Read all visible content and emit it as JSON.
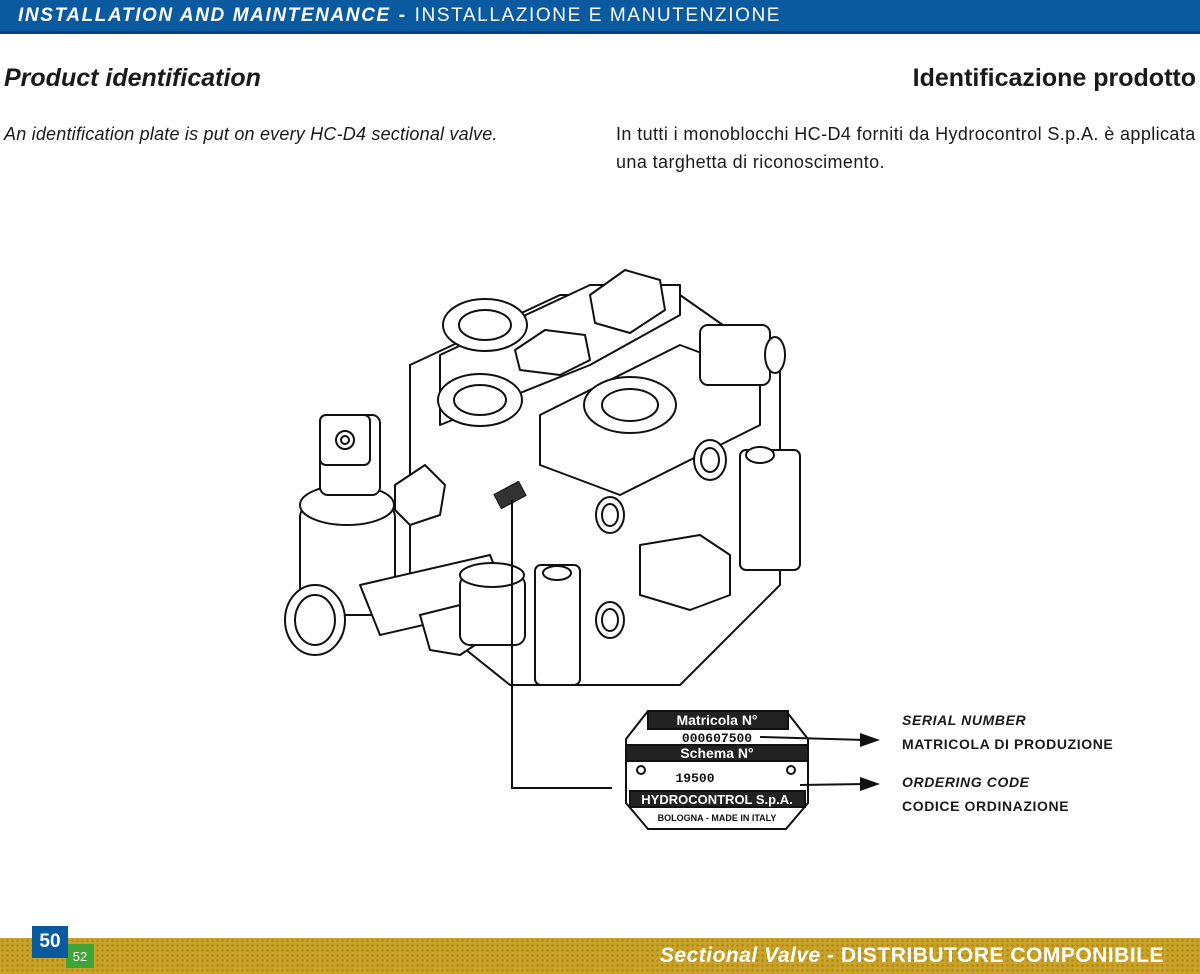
{
  "header": {
    "title_en": "INSTALLATION AND MAINTENANCE",
    "separator": "-",
    "title_it": "INSTALLAZIONE E MANUTENZIONE"
  },
  "section": {
    "title_en": "Product identification",
    "title_it": "Identificazione prodotto",
    "text_en": "An identification plate is put on every HC-D4 sectional valve.",
    "text_it": "In tutti i monoblocchi HC-D4 forniti da Hydrocontrol S.p.A. è applicata una targhetta di riconoscimento."
  },
  "plate": {
    "matricola_label": "Matricola N°",
    "matricola_value": "000607500",
    "schema_label": "Schema N°",
    "schema_value": "19500",
    "company": "HYDROCONTROL S.p.A.",
    "location": "BOLOGNA - MADE IN ITALY"
  },
  "labels": {
    "serial_en": "SERIAL NUMBER",
    "serial_it": "MATRICOLA DI PRODUZIONE",
    "ordering_en": "ORDERING CODE",
    "ordering_it": "CODICE ORDINAZIONE"
  },
  "footer": {
    "title_en": "Sectional Valve",
    "separator": "-",
    "title_it": "DISTRIBUTORE COMPONIBILE",
    "page_number": "50",
    "page_sub": "52"
  },
  "colors": {
    "header_blue": "#0a5aa0",
    "footer_gold": "#c9a227",
    "page_green": "#3fa535"
  },
  "icons": [
    "sectional-valve-drawing",
    "identification-plate",
    "arrow-right-icon"
  ]
}
